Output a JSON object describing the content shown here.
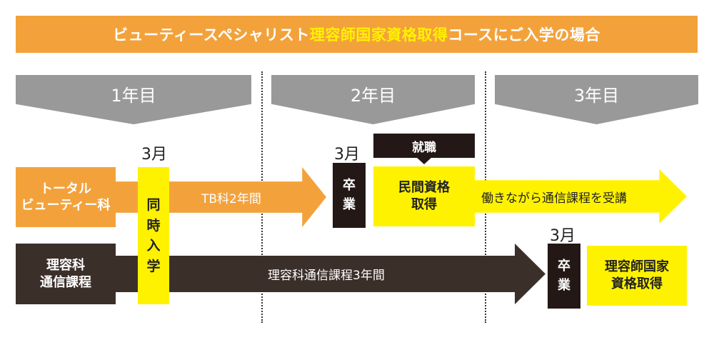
{
  "header": {
    "title_part1": "ビューティースペシャリスト",
    "title_highlight": "理容師国家資格取得",
    "title_part2": "コースにご入学の場合"
  },
  "years": [
    "1年目",
    "2年目",
    "3年目"
  ],
  "months": {
    "first": "3月",
    "second": "3月",
    "third": "3月"
  },
  "courses": {
    "total_beauty": {
      "line1": "トータル",
      "line2": "ビューティー科"
    },
    "barber_correspondence": {
      "line1": "理容科",
      "line2": "通信課程"
    }
  },
  "simultaneous_enrollment": [
    "同",
    "時",
    "入",
    "学"
  ],
  "arrows": {
    "tb_two_years": "TB科2年間",
    "work_while_studying": "働きながら通信課程を受講",
    "barber_three_years": "理容科通信課程3年間"
  },
  "graduation": [
    "卒",
    "業"
  ],
  "employment": "就職",
  "private_qualification": {
    "line1": "民間資格",
    "line2": "取得"
  },
  "national_qualification": {
    "line1": "理容師国家",
    "line2": "資格取得"
  },
  "colors": {
    "orange": "#F3A23B",
    "yellow": "#FFF200",
    "dark_brown": "#3B2F2A",
    "black": "#231815",
    "gray": "#999999"
  }
}
